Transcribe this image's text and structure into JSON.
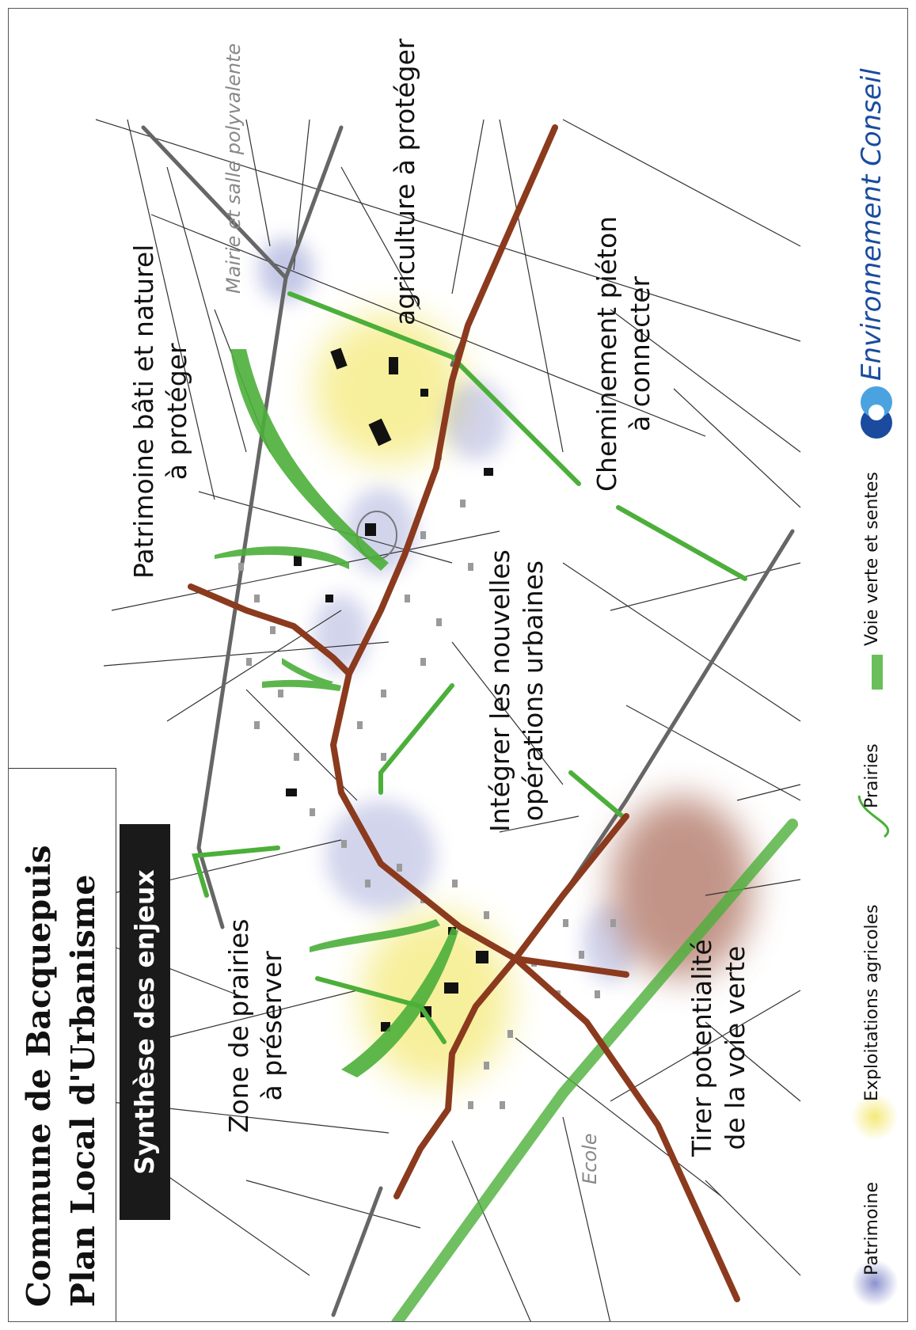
{
  "title": {
    "line1": "Commune de Bacquepuis",
    "line2": "Plan Local d'Urbanisme"
  },
  "subtitle": "Synthèse des enjeux",
  "issues": {
    "prairies_1": "Zone de prairies",
    "prairies_2": "à préserver",
    "voie_verte_1": "Tirer potentialité",
    "voie_verte_2": "de la voie verte",
    "operations_1": "Intégrer les nouvelles",
    "operations_2": "opérations urbaines",
    "patrimoine_1": "Patrimoine bâti et naturel",
    "patrimoine_2": "à protéger",
    "agriculture": "agriculture à protéger",
    "cheminement_1": "Cheminement piéton",
    "cheminement_2": "à connecter"
  },
  "places": {
    "mairie": "Mairie et salle polyvalente",
    "ecole": "Ecole"
  },
  "legend": {
    "patrimoine": "Patrimoine",
    "exploitations": "Exploitations agricoles",
    "prairies": "Prairies",
    "voie_verte": "Voie verte et sentes"
  },
  "brand": "Environnement Conseil",
  "colors": {
    "road": "#8b3a1e",
    "green": "#4caf3a",
    "patrimoine": "#7f86c9",
    "exploitations": "#f4ea7a",
    "zone": "#b37a6a"
  }
}
